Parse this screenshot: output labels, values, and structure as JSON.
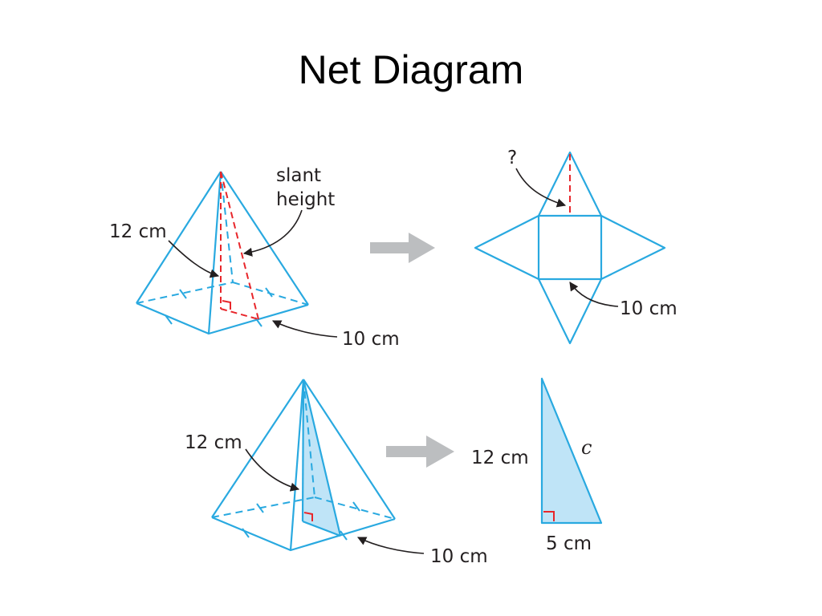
{
  "title": "Net Diagram",
  "colors": {
    "edge": "#29a9e0",
    "height": "#e8262b",
    "arrow": "#bcbec0",
    "face_fill": "#bfe4f7",
    "text": "#231f20"
  },
  "pyramid_top": {
    "height_label": "12 cm",
    "slant_label_line1": "slant",
    "slant_label_line2": "height",
    "base_label": "10 cm"
  },
  "net": {
    "unknown_label": "?",
    "side_label": "10 cm"
  },
  "pyramid_bottom": {
    "height_label": "12 cm",
    "base_label": "10 cm"
  },
  "right_triangle": {
    "leg_vertical": "12 cm",
    "hypotenuse": "c",
    "leg_horizontal": "5 cm"
  }
}
